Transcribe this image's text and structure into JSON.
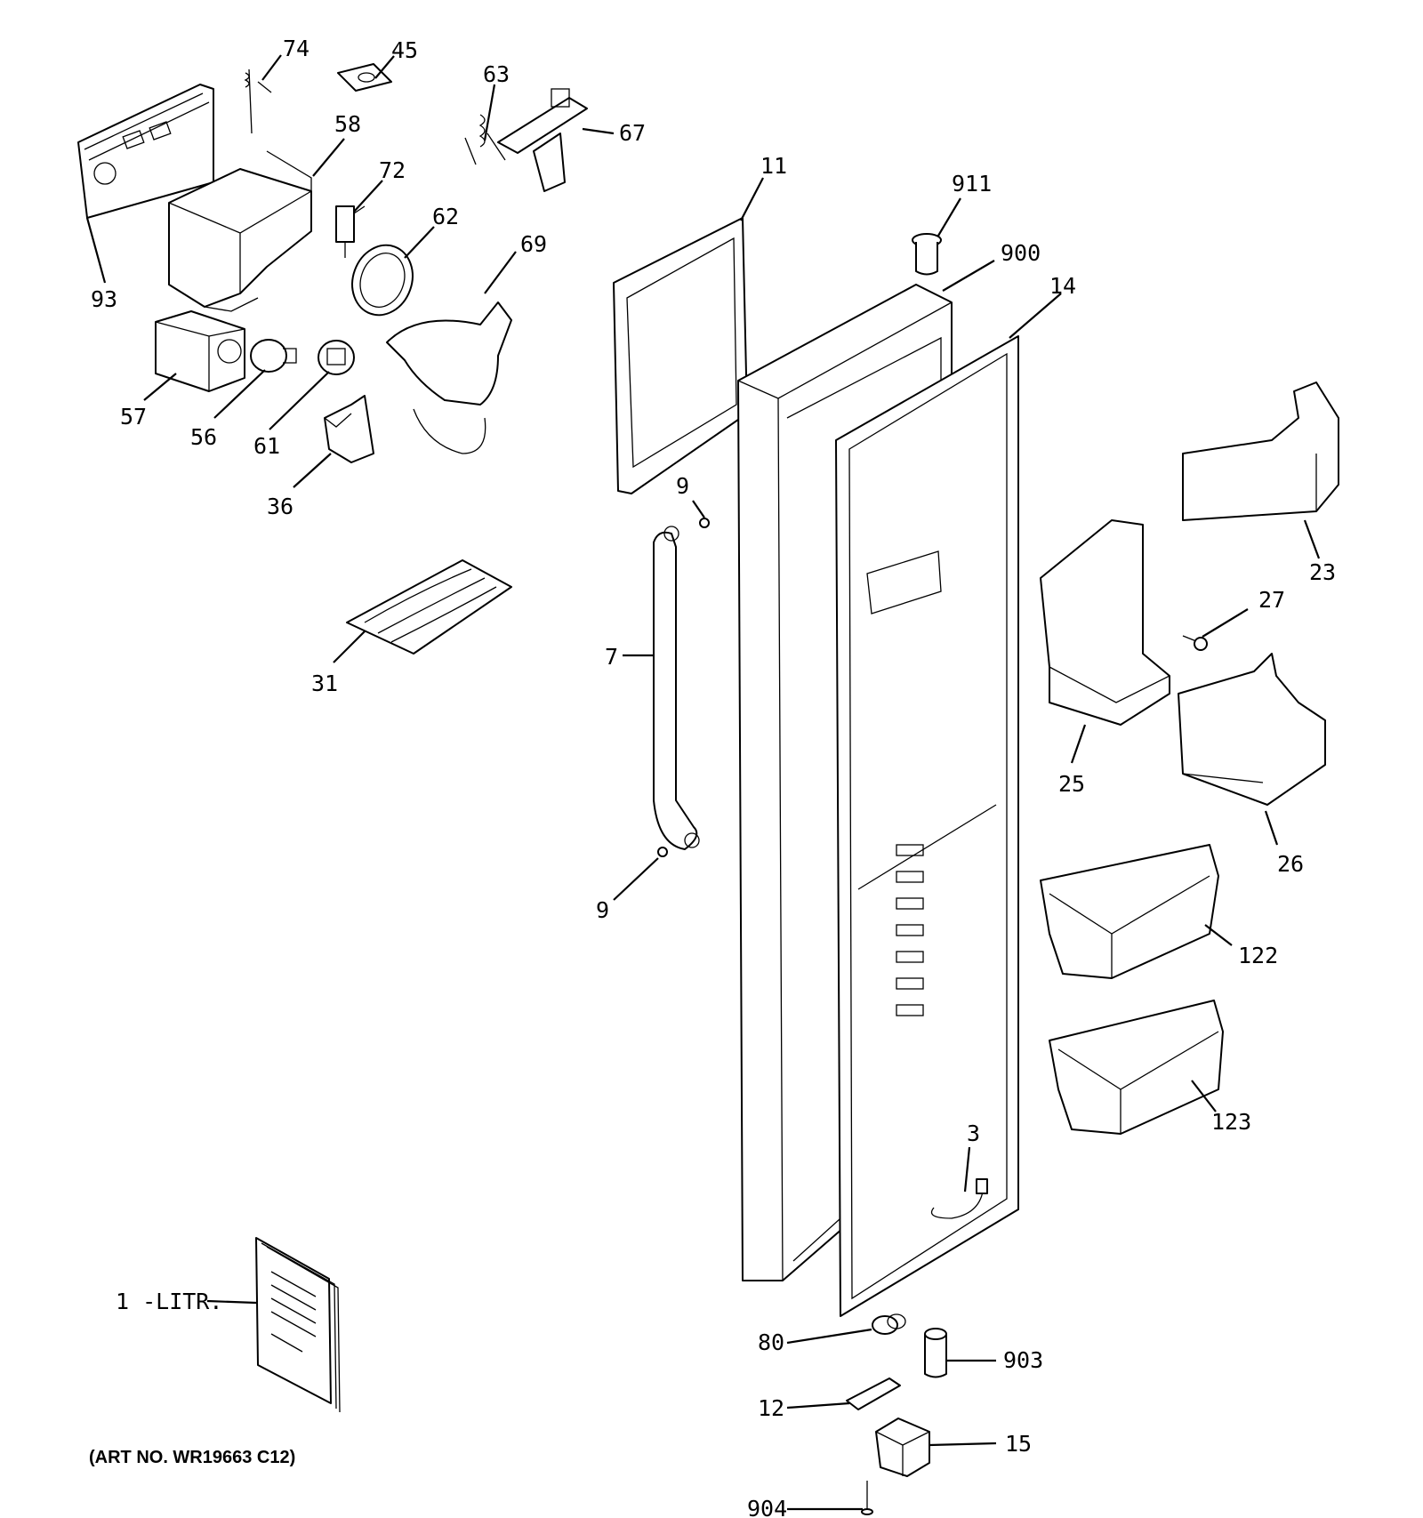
{
  "art_number": "(ART NO. WR19663 C12)",
  "callouts": [
    {
      "id": "74",
      "label": "74"
    },
    {
      "id": "45",
      "label": "45"
    },
    {
      "id": "63",
      "label": "63"
    },
    {
      "id": "67",
      "label": "67"
    },
    {
      "id": "58",
      "label": "58"
    },
    {
      "id": "72",
      "label": "72"
    },
    {
      "id": "62",
      "label": "62"
    },
    {
      "id": "69",
      "label": "69"
    },
    {
      "id": "93",
      "label": "93"
    },
    {
      "id": "57",
      "label": "57"
    },
    {
      "id": "56",
      "label": "56"
    },
    {
      "id": "61",
      "label": "61"
    },
    {
      "id": "36",
      "label": "36"
    },
    {
      "id": "31",
      "label": "31"
    },
    {
      "id": "11",
      "label": "11"
    },
    {
      "id": "911",
      "label": "911"
    },
    {
      "id": "900",
      "label": "900"
    },
    {
      "id": "14",
      "label": "14"
    },
    {
      "id": "9a",
      "label": "9"
    },
    {
      "id": "7",
      "label": "7"
    },
    {
      "id": "9b",
      "label": "9"
    },
    {
      "id": "23",
      "label": "23"
    },
    {
      "id": "27",
      "label": "27"
    },
    {
      "id": "25",
      "label": "25"
    },
    {
      "id": "26",
      "label": "26"
    },
    {
      "id": "122",
      "label": "122"
    },
    {
      "id": "123",
      "label": "123"
    },
    {
      "id": "3",
      "label": "3"
    },
    {
      "id": "1-litr",
      "label": "1 -LITR."
    },
    {
      "id": "80",
      "label": "80"
    },
    {
      "id": "903",
      "label": "903"
    },
    {
      "id": "12",
      "label": "12"
    },
    {
      "id": "15",
      "label": "15"
    },
    {
      "id": "904",
      "label": "904"
    }
  ]
}
